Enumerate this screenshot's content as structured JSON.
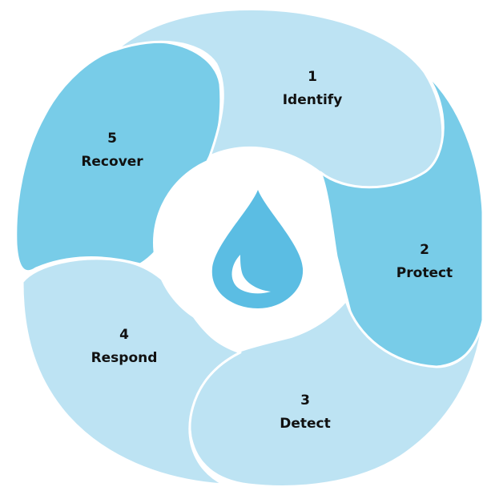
{
  "colors": {
    "light": "#bde3f3",
    "dark": "#78cce8",
    "drop": "#5bbde3",
    "center": "#ffffff",
    "outline": "#ffffff"
  },
  "center_icon": "water-drop-icon",
  "steps": [
    {
      "number": "1",
      "label": "Identify"
    },
    {
      "number": "2",
      "label": "Protect"
    },
    {
      "number": "3",
      "label": "Detect"
    },
    {
      "number": "4",
      "label": "Respond"
    },
    {
      "number": "5",
      "label": "Recover"
    }
  ]
}
